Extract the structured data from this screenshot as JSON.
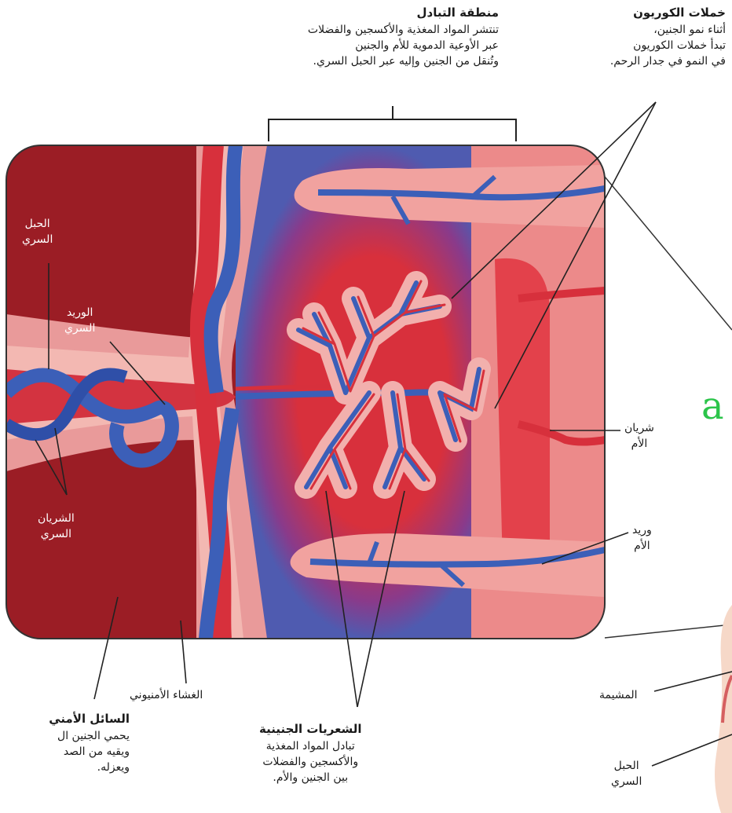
{
  "labels": {
    "exchange": {
      "title": "منطقة التبادل",
      "lines": [
        "تنتشر المواد المغذية والأكسجين والفضلات",
        "عبر الأوعية الدموية للأم والجنين",
        "وتُنقل من الجنين وإليه عبر الحبل السري."
      ]
    },
    "villi": {
      "title": "خملات الكوريون",
      "lines": [
        "أثناء نمو الجنين،",
        "تبدأ خملات الكوريون",
        "في النمو في جدار الرحم."
      ]
    },
    "cord": {
      "lines": [
        "الحبل",
        "السري"
      ]
    },
    "umb_vein": {
      "lines": [
        "الوريد",
        "السري"
      ]
    },
    "umb_artery": {
      "lines": [
        "الشريان",
        "السري"
      ]
    },
    "maternal_artery": {
      "lines": [
        "شريان",
        "الأم"
      ]
    },
    "maternal_vein": {
      "lines": [
        "وريد",
        "الأم"
      ]
    },
    "amnion": {
      "text": "الغشاء الأمنيوني"
    },
    "amniotic_fluid": {
      "title": "السائل الأمني",
      "lines": [
        "يحمي الجنين ال",
        "ويقيه من الصد",
        "ويعزله."
      ]
    },
    "capillaries": {
      "title": "الشعريات الجنينية",
      "lines": [
        "تبادل المواد المغذية",
        "والأكسجين والفضلات",
        "بين الجنين والأم."
      ]
    },
    "placenta": {
      "text": "المشيمة"
    },
    "cord_bottom": {
      "lines": [
        "الحبل",
        "السري"
      ]
    }
  },
  "marker": "a"
}
